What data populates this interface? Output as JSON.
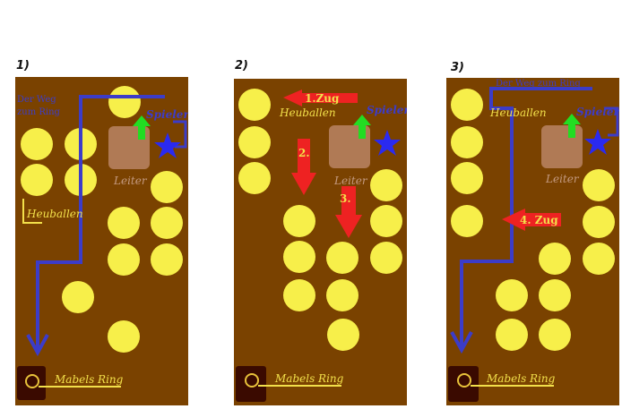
{
  "colors": {
    "board": "#7a4200",
    "bale": "#f7ef4a",
    "leiter": "#b07a55",
    "path": "#3c3cc8",
    "player_star": "#2a2af0",
    "up_arrow": "#22dd22",
    "move_arrow": "#ee2222",
    "ring_box": "#3a0a00",
    "label_yellow": "#f2e04a",
    "label_blue": "#3c3cc8",
    "label_leiter": "#c49a80"
  },
  "panels": [
    {
      "number": "1)",
      "path_label_line1": "Der Weg",
      "path_label_line2": "zum Ring",
      "player_label": "Spieler",
      "bale_label": "Heuballen",
      "ladder_label": "Leiter",
      "ring_label": "Mabels Ring"
    },
    {
      "number": "2)",
      "move1_label": "1.Zug",
      "move2_label": "2.",
      "move3_label": "3.",
      "player_label": "Spieler",
      "bale_label": "Heuballen",
      "ladder_label": "Leiter",
      "ring_label": "Mabels Ring"
    },
    {
      "number": "3)",
      "path_label": "Der Weg zum Ring",
      "player_label": "Spieler",
      "bale_label": "Heuballen",
      "ladder_label": "Leiter",
      "move4_label": "4. Zug",
      "ring_label": "Mabels Ring"
    }
  ]
}
